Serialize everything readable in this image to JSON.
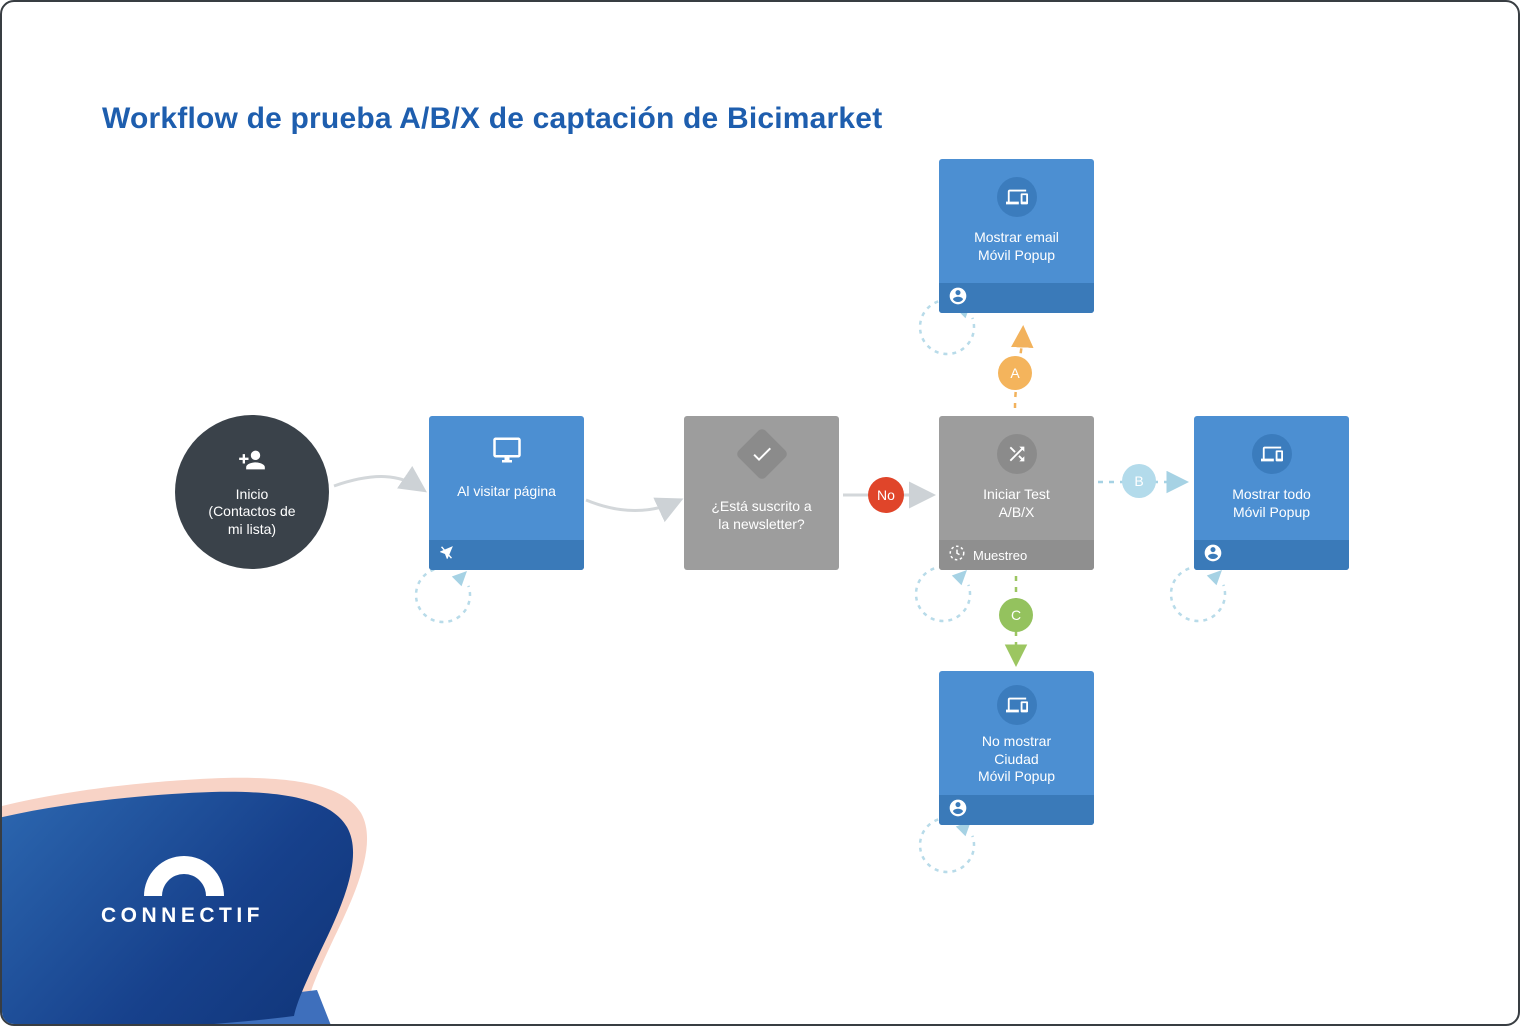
{
  "title": "Workflow de prueba A/B/X de captación de Bicimarket",
  "nodes": {
    "start": {
      "label": "Inicio\n(Contactos de\nmi lista)",
      "icon": "person-add-icon"
    },
    "visit": {
      "label": "Al visitar página",
      "icon": "monitor-icon",
      "footer_icon": "cursor-icon"
    },
    "newsletter": {
      "label": "¿Está suscrito a\nla newsletter?",
      "icon": "check-diamond-icon"
    },
    "test": {
      "label": "Iniciar Test\nA/B/X",
      "icon": "ab-test-shuffle-icon",
      "footer": "Muestreo",
      "footer_icon": "sampling-clock-icon"
    },
    "email": {
      "label": "Mostrar email\nMóvil Popup",
      "icon": "devices-icon",
      "footer_icon": "person-icon"
    },
    "todo": {
      "label": "Mostrar todo\nMóvil Popup",
      "icon": "devices-icon",
      "footer_icon": "person-icon"
    },
    "ciudad": {
      "label": "No mostrar\nCiudad\nMóvil Popup",
      "icon": "devices-icon",
      "footer_icon": "person-icon"
    }
  },
  "connectors": {
    "no": "No",
    "a": "A",
    "b": "B",
    "c": "C"
  },
  "logo": {
    "text": "CONNECTIF"
  },
  "colors": {
    "title": "#1e5eae",
    "node_blue": "#4c8fd2",
    "node_blue_footer": "#3a7ab9",
    "node_gray": "#9d9d9d",
    "node_gray_footer": "#8f8f8f",
    "start_node": "#3a424a",
    "connector_no": "#e0452a",
    "connector_a": "#f4b45c",
    "connector_b": "#b3dbeb",
    "connector_c": "#94c25e",
    "loop_dash": "#b8dbe9",
    "arrow_gray": "#d3d7da",
    "logo_navy": "#16418c",
    "logo_peach": "#f8d3c6"
  }
}
